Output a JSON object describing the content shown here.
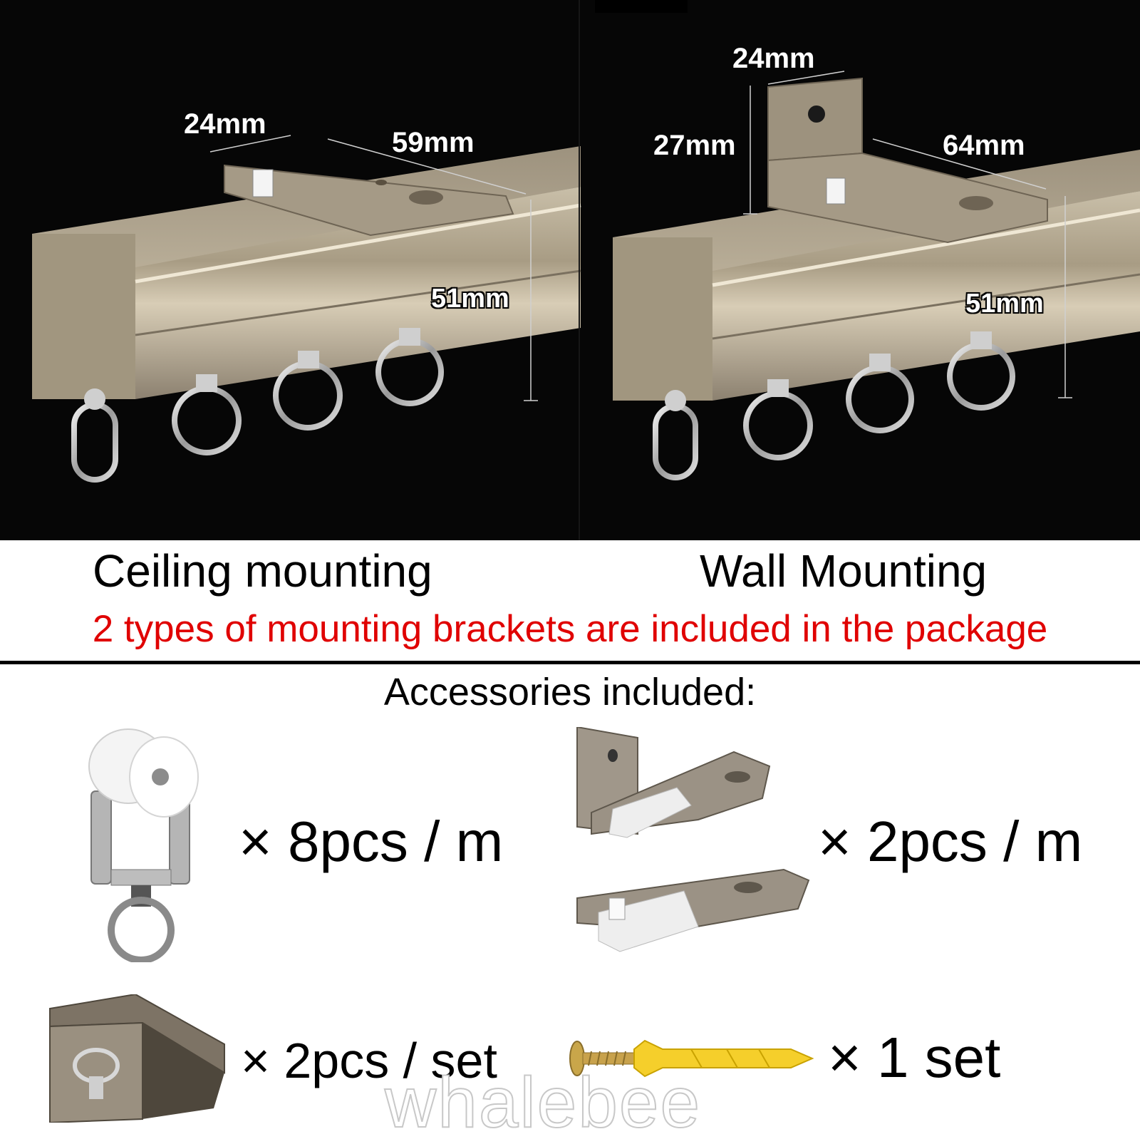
{
  "ceiling_panel": {
    "dims": {
      "width": "24mm",
      "length": "59mm",
      "height": "51mm"
    }
  },
  "wall_panel": {
    "dims": {
      "top": "24mm",
      "bracket_height": "27mm",
      "length": "64mm",
      "height": "51mm"
    }
  },
  "labels": {
    "ceiling": "Ceiling mounting",
    "wall": "Wall Mounting",
    "package_note": "2 types of mounting brackets are included in the package"
  },
  "accessories": {
    "title": "Accessories included:",
    "items": [
      {
        "name": "roller-hook",
        "qty": "× 8pcs / m"
      },
      {
        "name": "mounting-bracket",
        "qty": "× 2pcs / m"
      },
      {
        "name": "end-cap",
        "qty": "× 2pcs / set"
      },
      {
        "name": "screw-and-anchor",
        "qty": "× 1 set"
      }
    ]
  },
  "watermark": "whalebee",
  "colors": {
    "track": "#a59a86",
    "background": "#060606",
    "note_red": "#e00000"
  }
}
